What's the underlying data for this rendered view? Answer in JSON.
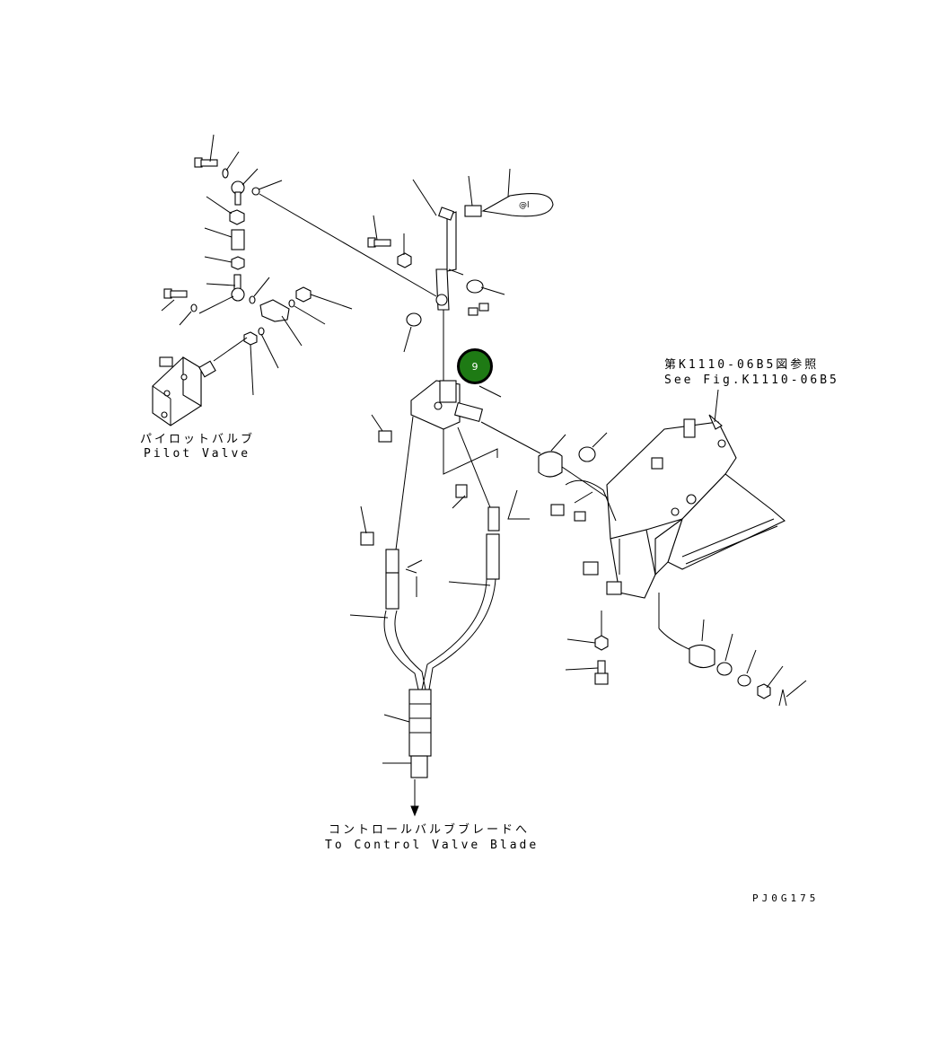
{
  "labels": {
    "pilot_valve_jp": "パイロットバルブ",
    "pilot_valve_en": "Pilot Valve",
    "ref_jp": "第K1110-06B5図参照",
    "ref_en": "See Fig.K1110-06B5",
    "control_valve_jp": "コントロールバルブブレードへ",
    "control_valve_en": "To Control Valve Blade",
    "drawing_code": "PJ0G175"
  },
  "callout": {
    "number": "9",
    "color": "#1e7a14"
  }
}
